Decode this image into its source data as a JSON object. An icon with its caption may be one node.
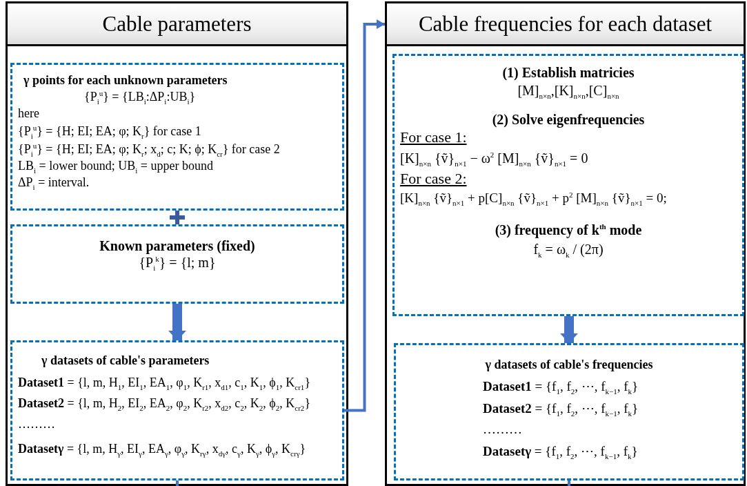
{
  "diagram": {
    "nodes": [
      {
        "text": [
          "Cable parameters"
        ]
      },
      {
        "text": [
          "γ points for each unknown parameters",
          "{P$_{i}$$^{u}$} = {LB$_{i}$:ΔP$_{i}$:UB$_{i}$}",
          "here",
          "{P$_{i}$$^{u}$} = {H; EI; EA; φ; K$_{r}$}  for case 1",
          "{P$_{i}$$^{u}$} = {H; EI; EA; φ; K$_{r}$; x$_{d}$; c; K; ϕ; K$_{cr}$}  for case 2",
          "LB$_{i}$ = lower bound; UB$_{i}$ = upper bound",
          "ΔP$_{i}$ = interval."
        ],
        "in": 0
      },
      {
        "text": [
          "Known parameters (fixed)",
          "{P$_{i}$$^{k}$} = {l; m}"
        ],
        "in": 0
      },
      {
        "text": [
          "γ datasets of cable's parameters",
          "**Dataset1** = {l, m, H$_{1}$, EI$_{1}$, EA$_{1}$, φ$_{1}$, K$_{r1}$, x$_{d1}$, c$_{1}$, K$_{1}$, ϕ$_{1}$, K$_{cr1}$}",
          "**Dataset2** = {l, m, H$_{2}$, EI$_{2}$, EA$_{2}$, φ$_{2}$, K$_{r2}$, x$_{d2}$, c$_{2}$, K$_{2}$, ϕ$_{2}$, K$_{cr2}$}",
          "………",
          "**Datasetγ** = {l, m, H$_{γ}$, EI$_{γ}$, EA$_{γ}$, φ$_{γ}$, K$_{rγ}$, x$_{dγ}$, c$_{γ}$, K$_{γ}$, ϕ$_{γ}$, K$_{crγ}$}"
        ],
        "in": 0
      },
      {
        "text": [
          "Cable frequencies for each dataset"
        ]
      },
      {
        "text": [
          "(1) Establish matricies",
          "[M]$_{n×n}$,[K]$_{n×n}$,[C]$_{n×n}$",
          "(2) Solve eigenfrequencies",
          "For case 1:",
          "[K]$_{n×n}$ {ṽ}$_{n×1}$ − ω$^{2}$ [M]$_{n×n}$ {ṽ}$_{n×1}$ = 0",
          "For case 2:",
          "[K]$_{n×n}$ {ṽ}$_{n×1}$ + p[C]$_{n×n}$ {ṽ}$_{n×1}$ + p$^{2}$ [M]$_{n×n}$ {ṽ}$_{n×1}$ = 0;",
          "(3) frequency of k$^{th}$ mode",
          "f$_{k}$ = ω$_{k}$ / (2π)"
        ],
        "in": 4
      },
      {
        "text": [
          "γ datasets of cable's frequencies",
          "**Dataset1** = {f$_{1}$, f$_{2}$, ⋯, f$_{k−1}$, f$_{k}$}",
          "**Dataset2** = {f$_{1}$, f$_{2}$, ⋯, f$_{k−1}$, f$_{k}$}",
          "………",
          "**Datasetγ** = {f$_{1}$, f$_{2}$, ⋯, f$_{k−1}$, f$_{k}$}"
        ],
        "in": 4
      }
    ],
    "edges": [
      {
        "from": 2,
        "to": 3,
        "arrow": "to",
        "style": "thick"
      },
      {
        "from": 3,
        "to": 4,
        "arrow": "to"
      },
      {
        "from": 5,
        "to": 6,
        "arrow": "to",
        "style": "thick"
      },
      {
        "from": 3,
        "to": null,
        "arrow": "none"
      },
      {
        "from": 6,
        "to": null,
        "arrow": "none"
      }
    ]
  }
}
